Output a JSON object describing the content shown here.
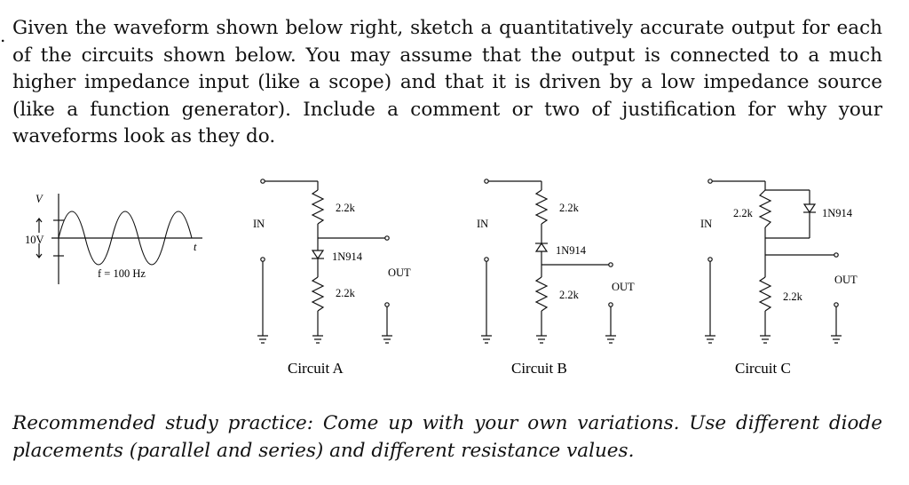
{
  "problem": {
    "marker": ".",
    "text": "Given the waveform shown below right, sketch a quantitatively accurate output for each of the circuits shown below. You may assume that the output is connected to a much higher impedance input (like a scope) and that it is driven by a low impedance source (like a function generator). Include a comment or two of justification for why your waveforms look as they do."
  },
  "waveform": {
    "v_label": "V",
    "t_label": "t",
    "amplitude_label": "10V",
    "freq_label": "f = 100 Hz"
  },
  "circuits": [
    {
      "title": "Circuit A",
      "in_label": "IN",
      "out_label": "OUT",
      "r1": "2.2k",
      "diode": "1N914",
      "r2": "2.2k"
    },
    {
      "title": "Circuit B",
      "in_label": "IN",
      "out_label": "OUT",
      "r1": "2.2k",
      "diode": "1N914",
      "r2": "2.2k"
    },
    {
      "title": "Circuit C",
      "in_label": "IN",
      "out_label": "OUT",
      "r1": "2.2k",
      "diode": "1N914",
      "r2": "2.2k"
    }
  ],
  "study": "Recommended study practice: Come up with your own variations. Use different diode placements (parallel and series) and different resistance values."
}
